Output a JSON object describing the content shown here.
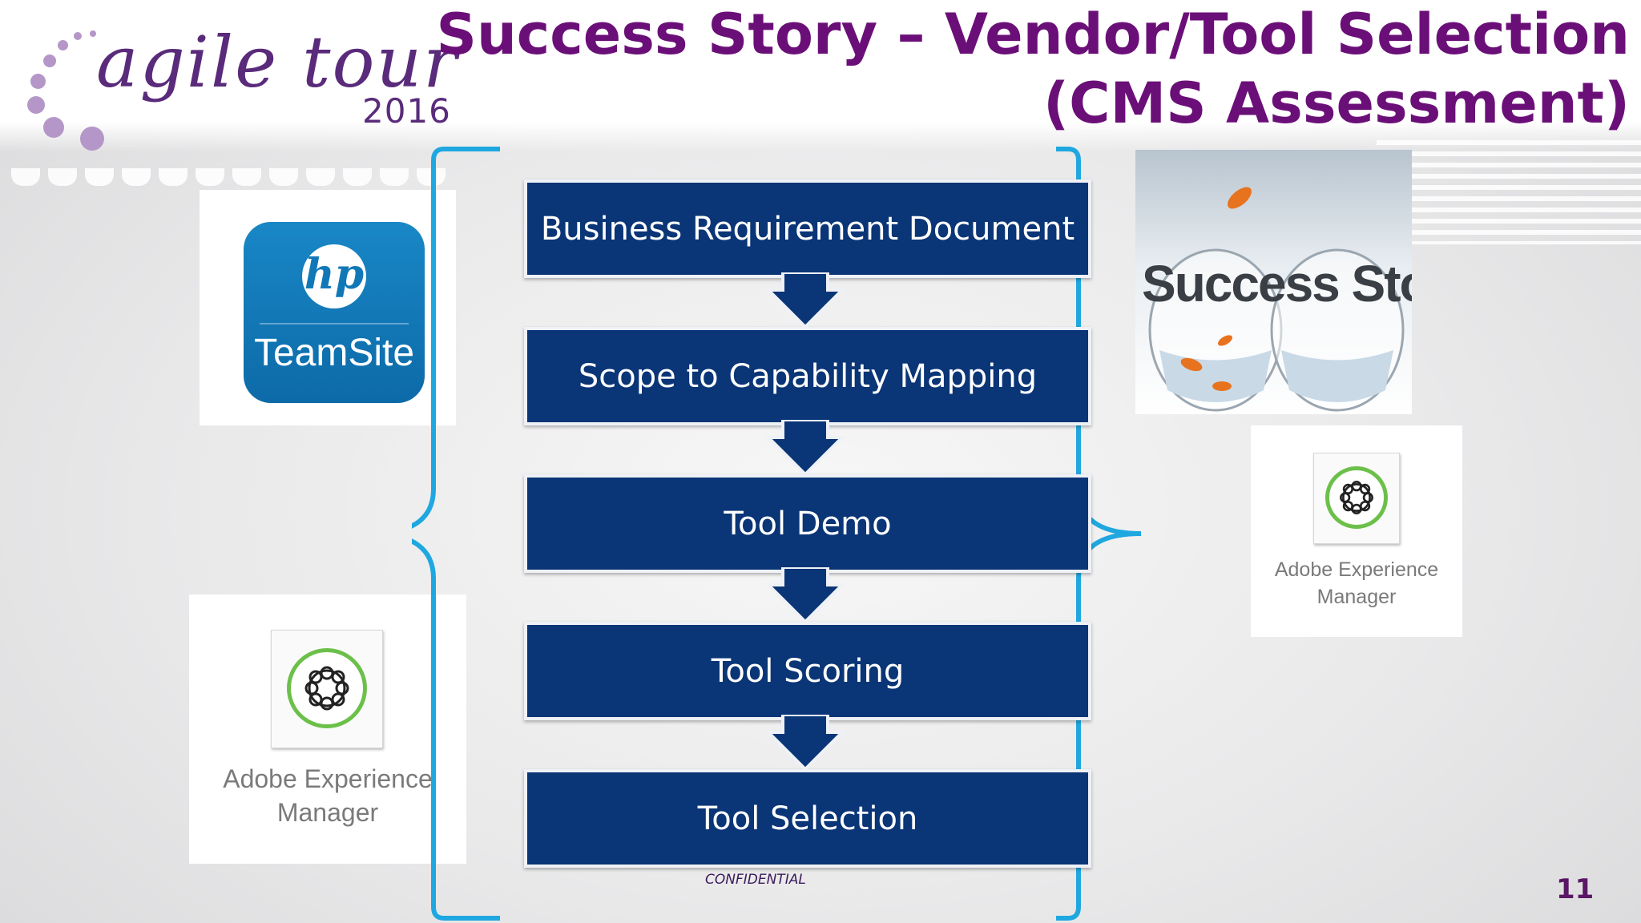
{
  "header": {
    "logo_text": "agile tour",
    "logo_year": "2016",
    "title_line1": "Success Story – Vendor/Tool Selection",
    "title_line2": "(CMS Assessment)"
  },
  "teamsite": {
    "brand": "hp",
    "label": "TeamSite"
  },
  "aem_left": {
    "line1": "Adobe Experience",
    "line2": "Manager"
  },
  "aem_right": {
    "line1": "Adobe Experience",
    "line2": "Manager"
  },
  "photo": {
    "text": "Success Story"
  },
  "flow": {
    "steps": [
      "Business Requirement Document",
      "Scope to Capability Mapping",
      "Tool Demo",
      "Tool Scoring",
      "Tool Selection"
    ]
  },
  "footer": {
    "confidential": "CONFIDENTIAL",
    "page_number": "11"
  },
  "colors": {
    "title": "#6b0f78",
    "flow_box": "#0a3576",
    "brace": "#1fa7e0",
    "aem_ring": "#6cc04a",
    "logo": "#5a2b7b"
  }
}
